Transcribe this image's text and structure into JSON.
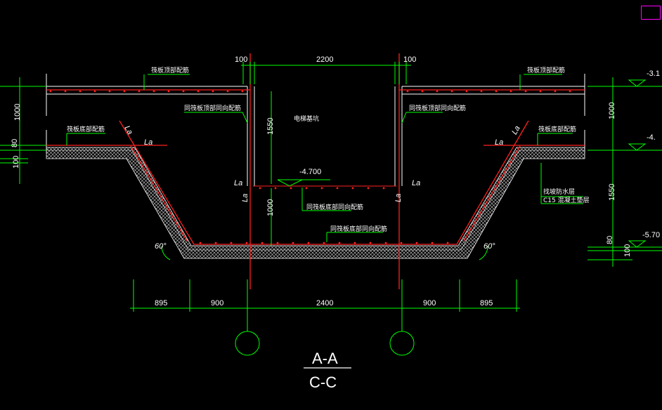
{
  "colors": {
    "background": "#000000",
    "dimension_green": "#00ff00",
    "rebar_red": "#ff2020",
    "outline_white": "#ffffff",
    "accent_magenta": "#ff00ff"
  },
  "dimensions_top": {
    "left_offset": "100",
    "pit_width": "2200",
    "right_offset": "100"
  },
  "dimensions_bottom": {
    "d1": "895",
    "d2": "900",
    "d3": "2400",
    "d4": "900",
    "d5": "895"
  },
  "dimensions_left": {
    "d1": "1000",
    "d2": "80",
    "d3": "100"
  },
  "dimensions_right": {
    "d1": "1000",
    "d2": "1550",
    "d3": "80",
    "d4": "100"
  },
  "dimensions_inner": {
    "pit_depth": "1550",
    "under_pit": "1000"
  },
  "elevations": {
    "top_right": "-3.1",
    "mid_right": "-4.",
    "bottom_right": "-5.70",
    "pit_bottom": "-4.700"
  },
  "labels": {
    "top_rebar_left": "筏板顶部配筋",
    "top_rebar_right": "筏板顶部配筋",
    "slab_bottom_left": "筏板底部配筋",
    "slab_bottom_right": "筏板底部配筋",
    "wall_rebar_left": "同筏板顶部同向配筋",
    "wall_rebar_right": "同筏板顶部同向配筋",
    "pit_name": "电梯基坑",
    "pit_bottom_rebar": "同筏板底部同向配筋",
    "bottom_rebar": "同筏板底部同向配筋",
    "waterproof": "找坡防水层",
    "cushion": "C15 混凝土垫层",
    "anchorage": "La",
    "angle_left": "60°",
    "angle_right": "60°"
  },
  "section_title": {
    "top": "A-A",
    "bottom": "C-C"
  }
}
